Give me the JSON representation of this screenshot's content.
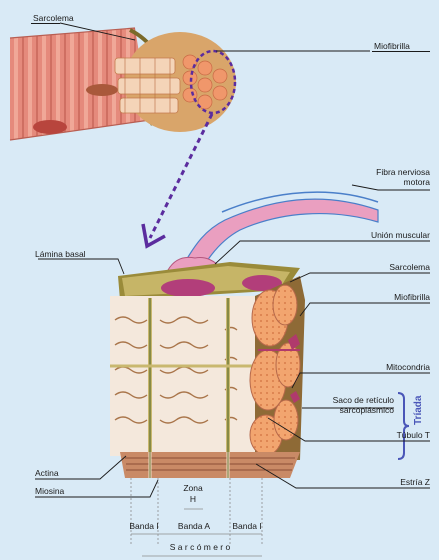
{
  "labels": {
    "sarcolema_top": "Sarcolema",
    "miofibrilla_top": "Miofibrilla",
    "fibra_nerviosa": "Fibra nerviosa",
    "motora": "motora",
    "union_muscular": "Unión muscular",
    "lamina_basal": "Lámina basal",
    "sarcolema": "Sarcolema",
    "miofibrilla": "Miofibrilla",
    "mitocondria": "Mitocondria",
    "saco_line1": "Saco de retículo",
    "saco_line2": "sarcoplásmico",
    "triada": "Tríada",
    "tubulo_t": "Túbulo T",
    "estria_z": "Estría Z",
    "actina": "Actina",
    "miosina": "Miosina",
    "zona": "Zona",
    "h": "H",
    "banda_i_left": "Banda I",
    "banda_a": "Banda A",
    "banda_i_right": "Banda I",
    "sarcomero": "S a r c ó m e r o"
  },
  "colors": {
    "background": "#d9eaf6",
    "fiber": "#e8897a",
    "fibril": "#f2b27f",
    "nerve": "#e9a7c3",
    "triad_bracket": "#4a56b8",
    "arrow": "#5b2c9e",
    "mitochondria": "#b03a6c"
  }
}
